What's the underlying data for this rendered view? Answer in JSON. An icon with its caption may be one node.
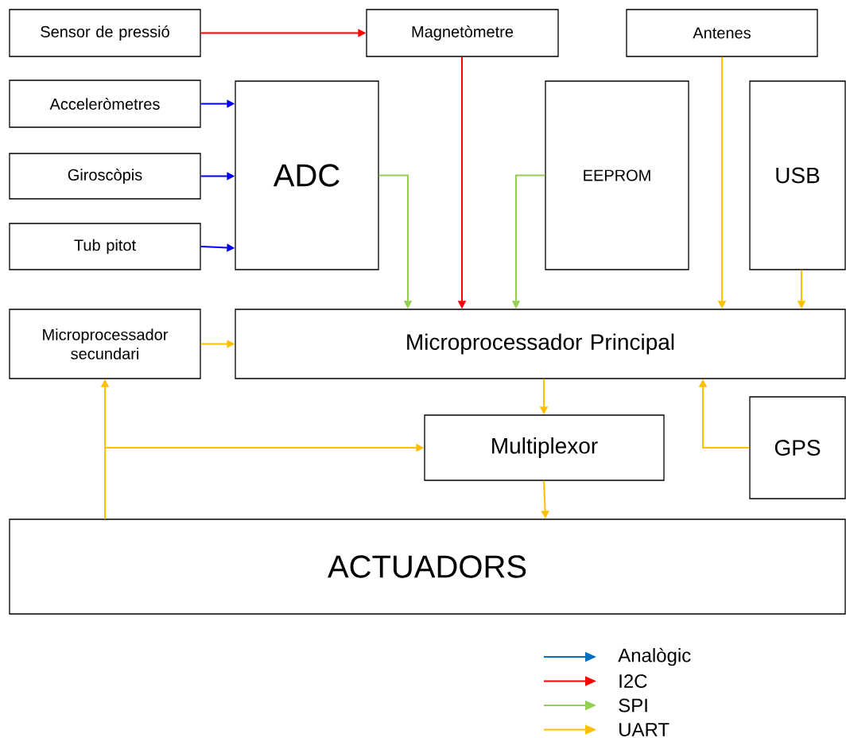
{
  "diagram": {
    "nodes": [
      {
        "text": [
          "Sensor de pressió"
        ]
      },
      {
        "text": [
          "Magnetòmetre"
        ]
      },
      {
        "text": [
          "Antenes"
        ]
      },
      {
        "text": [
          "Acceleròmetres"
        ]
      },
      {
        "text": [
          "Giroscòpis"
        ]
      },
      {
        "text": [
          "Tub pitot"
        ]
      },
      {
        "text": [
          "ADC"
        ]
      },
      {
        "text": [
          "EEPROM"
        ]
      },
      {
        "text": [
          "USB"
        ]
      },
      {
        "text": [
          "Microprocessador secundari"
        ]
      },
      {
        "text": [
          "Microprocessador Principal"
        ]
      },
      {
        "text": [
          "Multiplexor"
        ]
      },
      {
        "text": [
          "GPS"
        ]
      },
      {
        "text": [
          "ACTUADORS"
        ]
      }
    ],
    "edges": [
      {
        "from": 0,
        "to": 1,
        "arrow": "to",
        "color": "#ff0000"
      },
      {
        "from": 3,
        "to": 6,
        "arrow": "to",
        "color": "#0000ff"
      },
      {
        "from": 4,
        "to": 6,
        "arrow": "to",
        "color": "#0000ff"
      },
      {
        "from": 5,
        "to": 6,
        "arrow": "to",
        "color": "#0000ff"
      },
      {
        "from": 6,
        "to": 10,
        "arrow": "to",
        "color": "#92d050"
      },
      {
        "from": 1,
        "to": 10,
        "arrow": "to",
        "color": "#ff0000"
      },
      {
        "from": 7,
        "to": 10,
        "arrow": "to",
        "color": "#92d050"
      },
      {
        "from": 2,
        "to": 10,
        "arrow": "to"
      },
      {
        "from": 8,
        "to": 10,
        "arrow": "to"
      },
      {
        "from": 9,
        "to": 10,
        "arrow": "to"
      },
      {
        "from": 10,
        "to": 11,
        "arrow": "to"
      },
      {
        "from": 12,
        "to": 10,
        "arrow": "to"
      },
      {
        "from": 11,
        "to": 13,
        "arrow": "to"
      },
      {
        "from": 13,
        "to": 9,
        "arrow": "to"
      },
      {
        "from": 13,
        "to": 11,
        "arrow": "to"
      }
    ],
    "legend": [
      {
        "text": "Analògic",
        "color": "#0070c0"
      },
      {
        "text": "I2C",
        "color": "#ff0000"
      },
      {
        "text": "SPI",
        "color": "#92d050"
      },
      {
        "text": "UART",
        "color": "#ffc000"
      }
    ]
  }
}
